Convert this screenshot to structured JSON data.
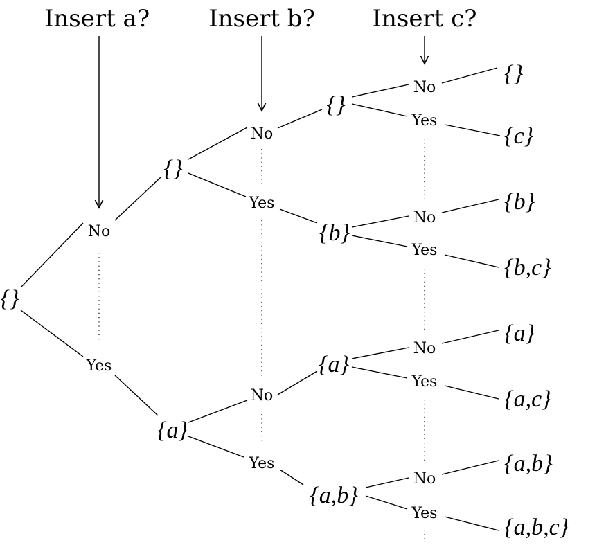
{
  "headers": [
    "Insert a?",
    "Insert b?",
    "Insert c?"
  ],
  "answers": {
    "no": "No",
    "yes": "Yes"
  },
  "nodes": {
    "root": "{}",
    "l1": [
      "{}",
      "{a}"
    ],
    "l2": [
      "{}",
      "{b}",
      "{a}",
      "{a,b}"
    ],
    "leaves": [
      "{}",
      "{c}",
      "{b}",
      "{b,c}",
      "{a}",
      "{a,c}",
      "{a,b}",
      "{a,b,c}"
    ]
  }
}
